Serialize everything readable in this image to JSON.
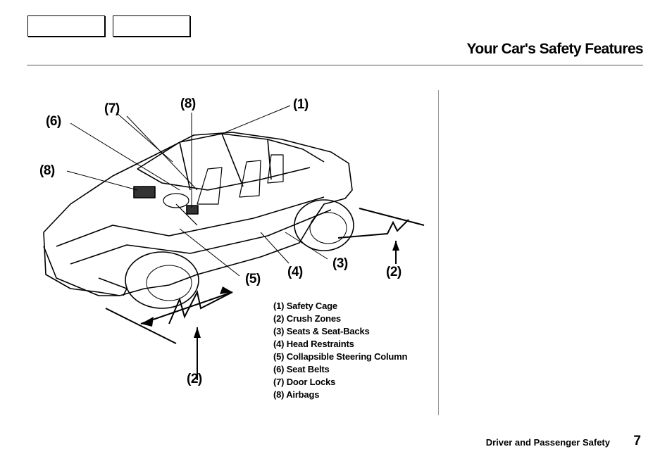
{
  "header": {
    "nav_buttons": [
      {
        "label": ""
      },
      {
        "label": ""
      }
    ],
    "title": "Your Car's Safety Features"
  },
  "diagram": {
    "callouts": {
      "c1": "(1)",
      "c2_rear": "(2)",
      "c2_front": "(2)",
      "c3": "(3)",
      "c4": "(4)",
      "c5": "(5)",
      "c6": "(6)",
      "c7": "(7)",
      "c8_top": "(8)",
      "c8_left": "(8)"
    },
    "legend": [
      "(1) Safety Cage",
      "(2) Crush Zones",
      "(3) Seats & Seat-Backs",
      "(4) Head Restraints",
      "(5) Collapsible Steering Column",
      "(6) Seat Belts",
      "(7) Door Locks",
      "(8) Airbags"
    ]
  },
  "footer": {
    "section": "Driver and Passenger Safety",
    "page_number": "7"
  }
}
